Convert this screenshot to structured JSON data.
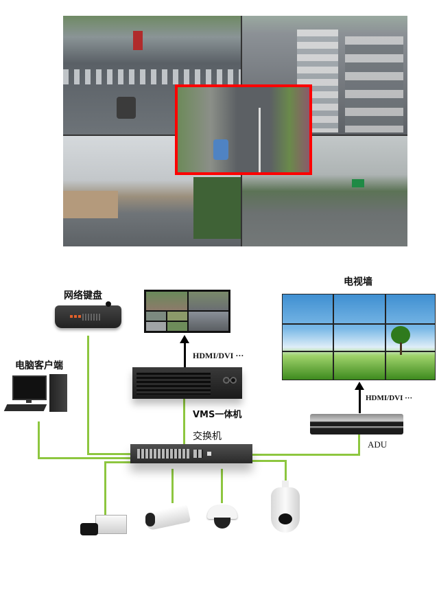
{
  "mosaic": {
    "panels": [
      {
        "name": "intersection-view",
        "colors": [
          "#7d8790",
          "#4c5258",
          "#5f6a5c"
        ]
      },
      {
        "name": "congested-highway-view",
        "colors": [
          "#9ca3aa",
          "#5f646a",
          "#d6d6d6"
        ]
      },
      {
        "name": "urban-road-view",
        "colors": [
          "#c8ccd0",
          "#7a7e80",
          "#52693f"
        ]
      },
      {
        "name": "expressway-view",
        "colors": [
          "#b6bcbd",
          "#6b7070",
          "#4c6843"
        ]
      }
    ],
    "highlight_color": "#ff0000"
  },
  "labels": {
    "keyboard": "网络键盘",
    "pc_client": "电脑客户端",
    "tv_wall": "电视墙",
    "hdmi_vms": "HDMI/DVI ···",
    "hdmi_adu": "HDMI/DVI ···",
    "vms": "VMS一体机",
    "switch": "交换机",
    "adu": "ADU"
  },
  "colors": {
    "link": "#8dc63f",
    "arrow": "#000000"
  }
}
